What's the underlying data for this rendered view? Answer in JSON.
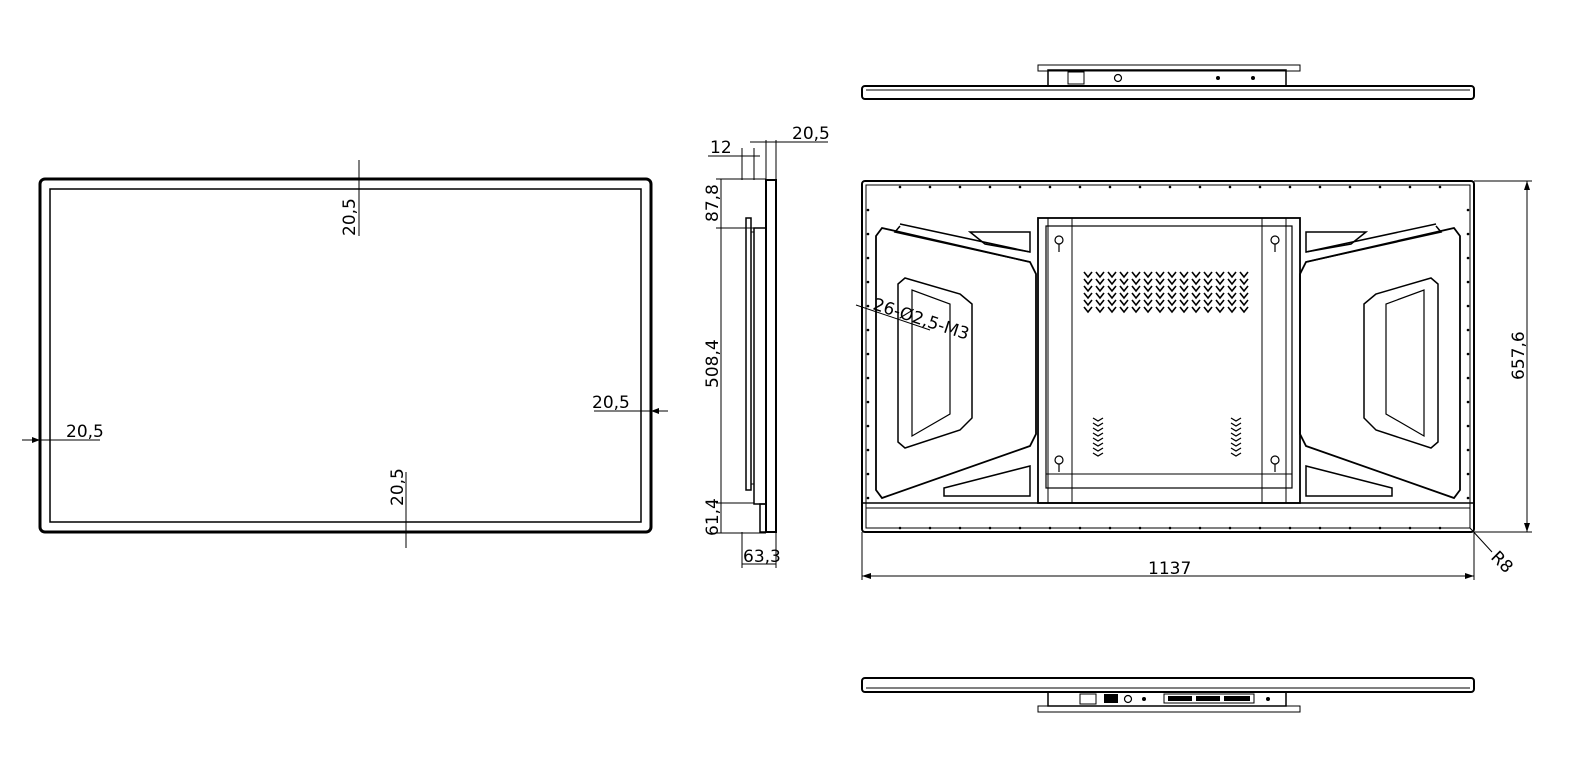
{
  "front_view": {
    "dim_top": "20,5",
    "dim_left": "20,5",
    "dim_right": "20,5",
    "dim_bottom": "20,5"
  },
  "side_view": {
    "dim_12": "12",
    "dim_20_5": "20,5",
    "dim_87_8": "87,8",
    "dim_508_4": "508,4",
    "dim_61_4": "61,4",
    "dim_63_3": "63,3"
  },
  "rear_view": {
    "hole_note": "26-Ø2,5-M3",
    "width": "1137",
    "height": "657,6",
    "corner_radius": "R8"
  }
}
